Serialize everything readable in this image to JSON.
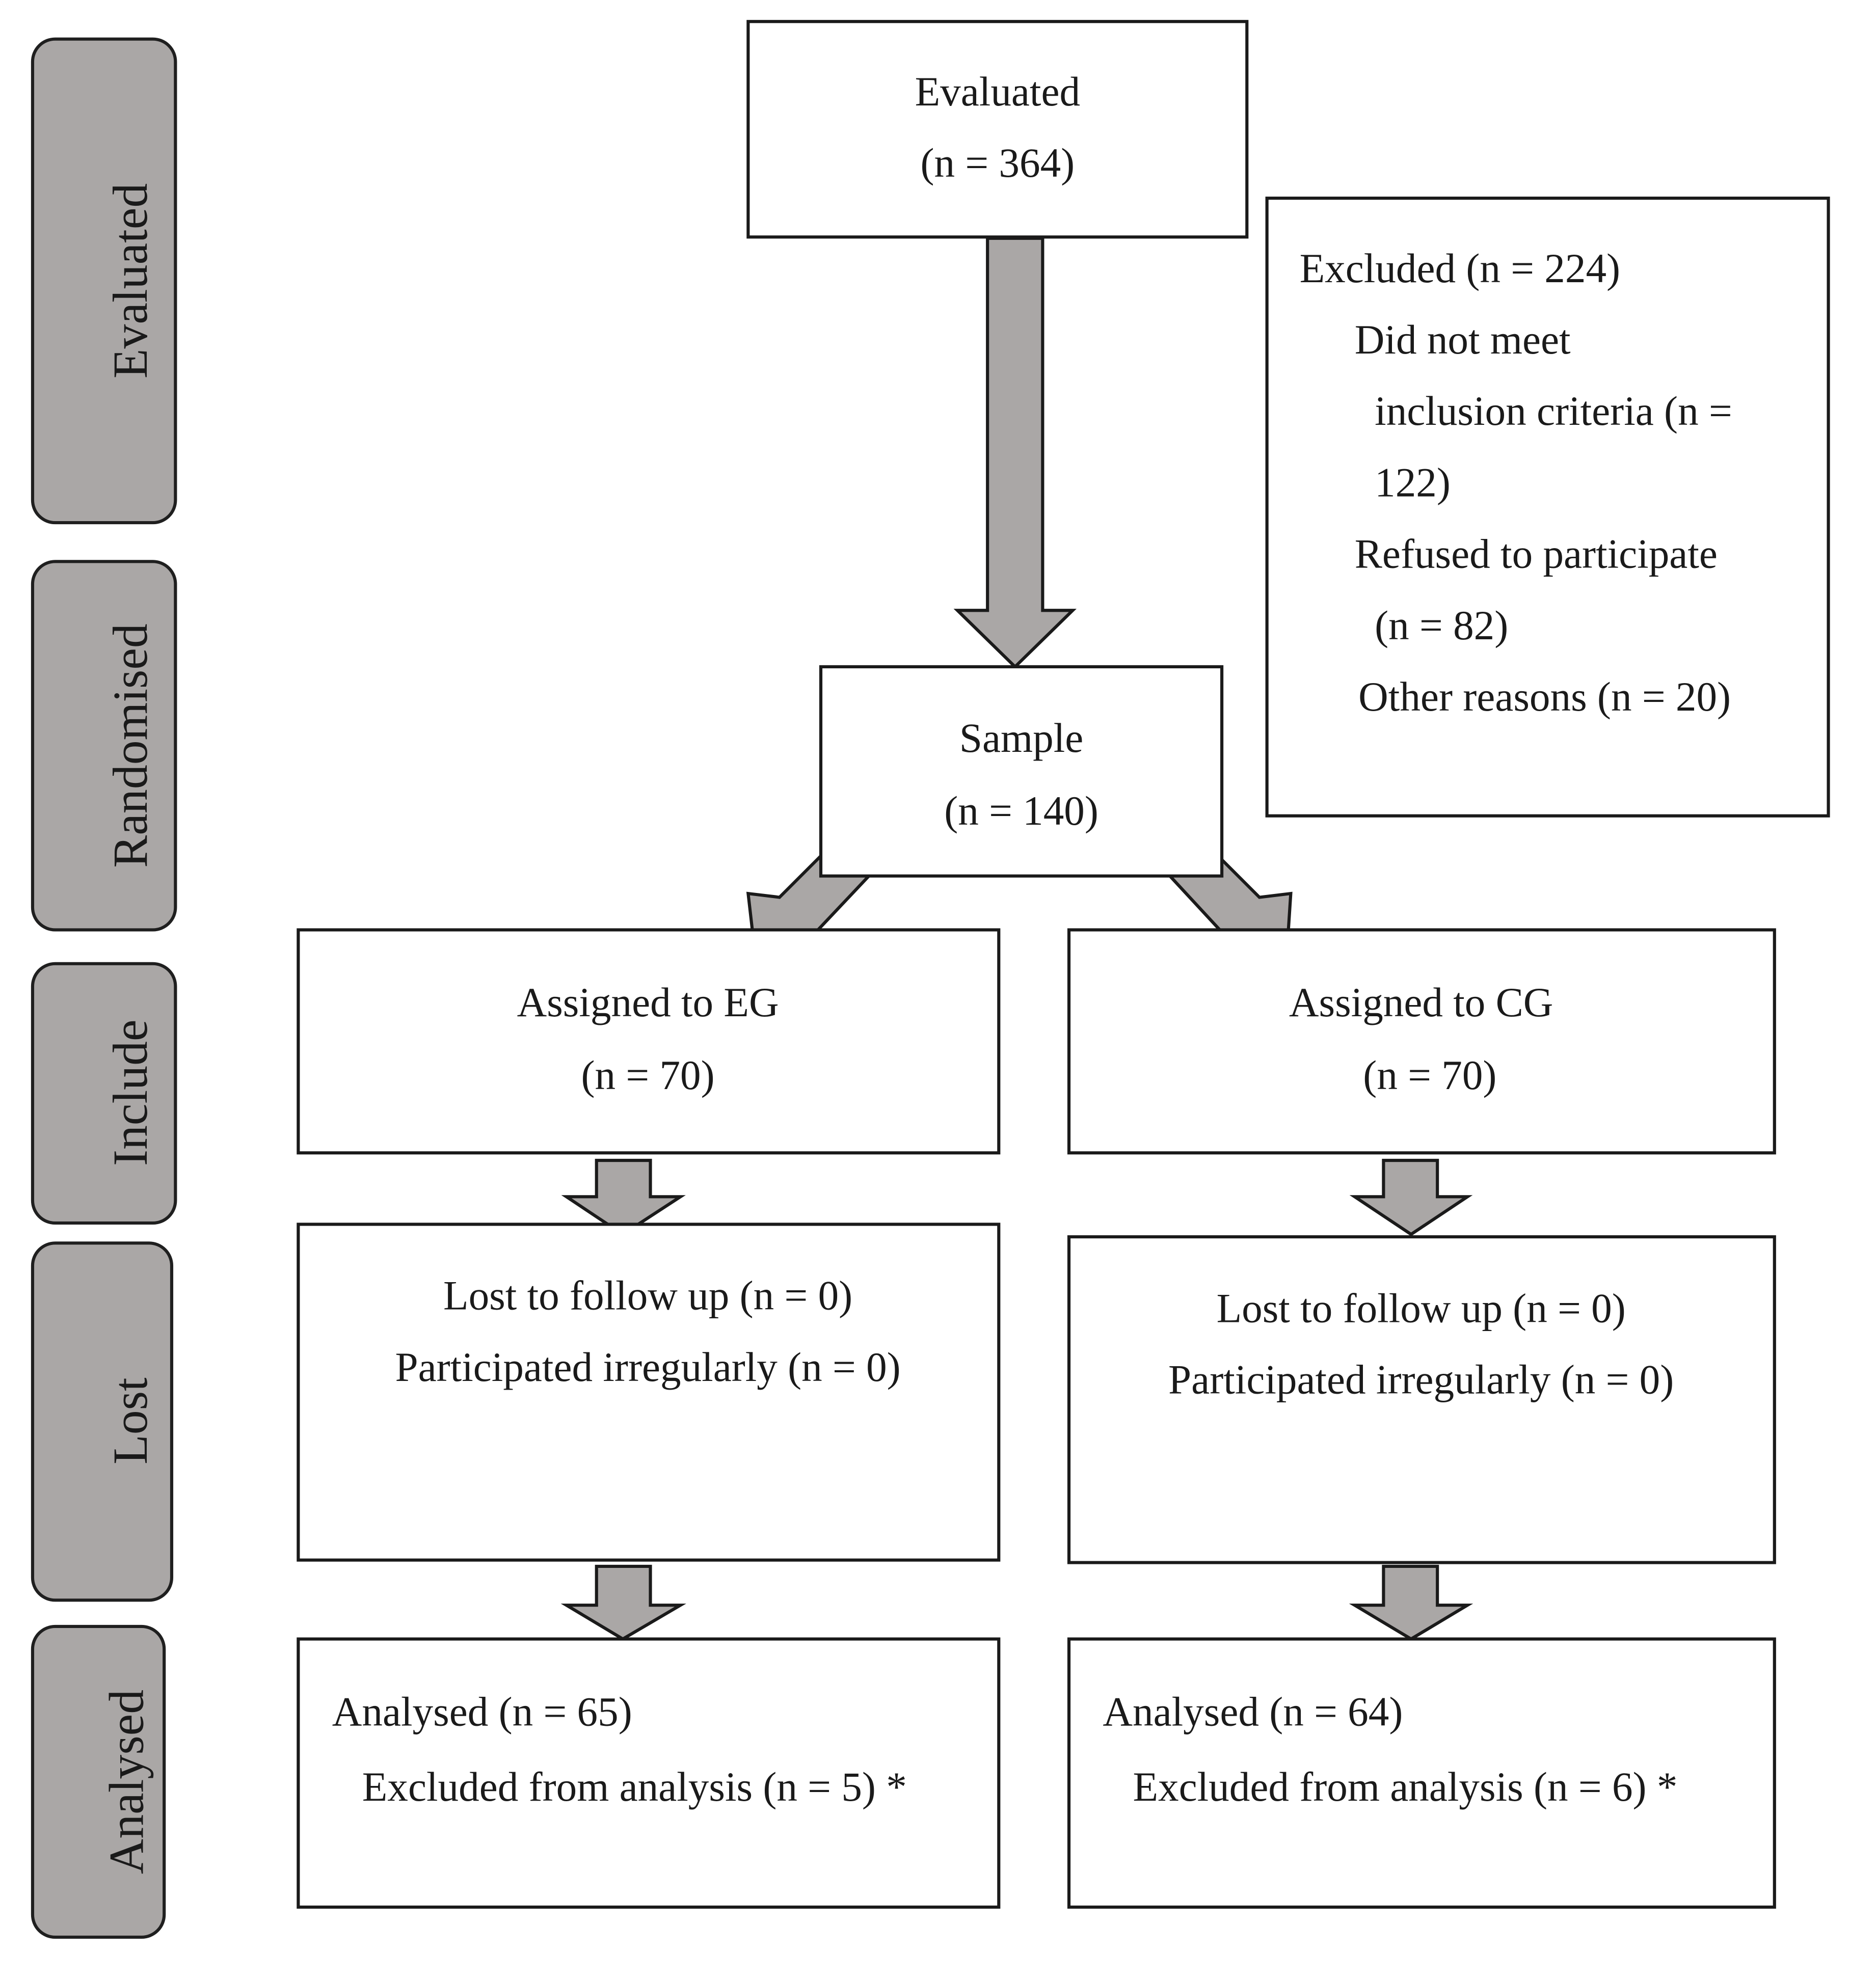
{
  "stages": {
    "evaluated": "Evaluated",
    "randomised": "Randomised",
    "include": "Include",
    "lost": "Lost",
    "analysed": "Analysed"
  },
  "evaluated_box": {
    "title": "Evaluated",
    "count": "(n = 364)"
  },
  "excluded_box": {
    "lines": [
      "Excluded (n = 224)",
      "Did not meet",
      "inclusion criteria (n =",
      "122)",
      "Refused to participate",
      "(n = 82)",
      "Other reasons (n = 20)"
    ]
  },
  "sample_box": {
    "title": "Sample",
    "count": "(n = 140)"
  },
  "eg": {
    "assigned": "Assigned to EG",
    "assigned_count": "(n = 70)",
    "lost_line1": "Lost to follow up (n = 0)",
    "lost_line2": "Participated irregularly (n = 0)",
    "analysed": "Analysed (n = 65)",
    "excluded": "Excluded from analysis (n = 5) *"
  },
  "cg": {
    "assigned": "Assigned to CG",
    "assigned_count": "(n = 70)",
    "lost_line1": "Lost to follow up (n = 0)",
    "lost_line2": "Participated irregularly (n = 0)",
    "analysed": "Analysed (n = 64)",
    "excluded": "Excluded from analysis (n = 6) *"
  },
  "colors": {
    "stage_fill": "#aaa7a6",
    "arrow_fill": "#aaa7a6",
    "stroke": "#1a1a1a"
  }
}
